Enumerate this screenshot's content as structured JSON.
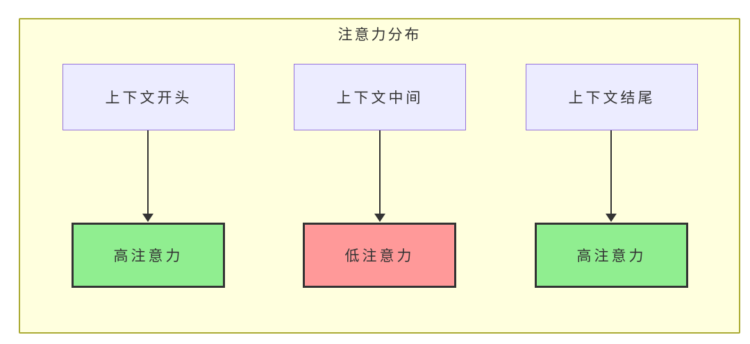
{
  "diagram": {
    "title": "注意力分布",
    "columns": [
      {
        "source_label": "上下文开头",
        "target_label": "高注意力",
        "attention_level": "high",
        "target_fill": "#90EE90"
      },
      {
        "source_label": "上下文中间",
        "target_label": "低注意力",
        "attention_level": "low",
        "target_fill": "#FF9999"
      },
      {
        "source_label": "上下文结尾",
        "target_label": "高注意力",
        "attention_level": "high",
        "target_fill": "#90EE90"
      }
    ],
    "colors": {
      "container_fill": "#FFFFDE",
      "container_border": "#AAAA33",
      "source_fill": "#ECECFF",
      "source_border": "#9370DB",
      "high_attention_fill": "#90EE90",
      "low_attention_fill": "#FF9999",
      "target_border": "#333333",
      "arrow": "#333333",
      "text": "#333333"
    }
  }
}
